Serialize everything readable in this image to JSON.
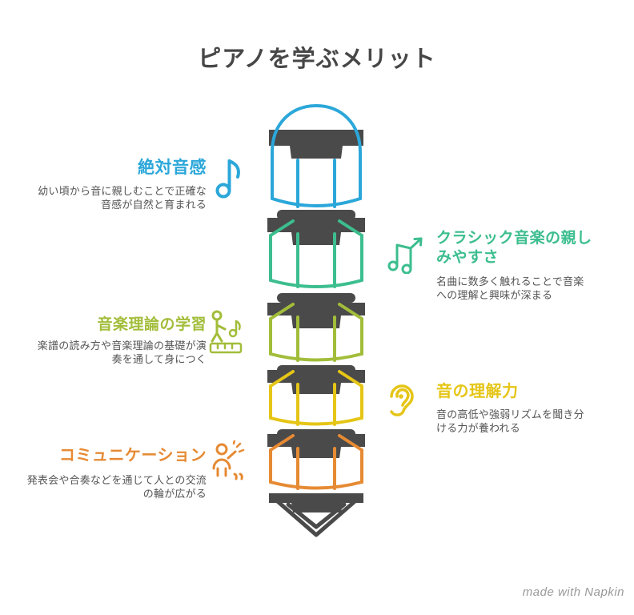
{
  "title": "ピアノを学ぶメリット",
  "watermark": "made with Napkin",
  "colors": {
    "dark_gray": "#4a4a4a",
    "description_text": "#555555",
    "watermark_text": "#9a9a9a"
  },
  "pencil": {
    "segment_count": 5,
    "tip_color": "#4a4a4a"
  },
  "sections": [
    {
      "id": "perfect-pitch",
      "side": "left",
      "color": "#2ba7d9",
      "icon": "eighth-note-icon",
      "label": "絶対音感",
      "description": "幼い頃から音に親しむことで正確な音感が自然と育まれる"
    },
    {
      "id": "classical-music",
      "side": "right",
      "color": "#3cbe8e",
      "icon": "rising-notes-icon",
      "label": "クラシック音楽の親しみやすさ",
      "description": "名曲に数多く触れることで音楽への理解と興味が深まる"
    },
    {
      "id": "music-theory",
      "side": "left",
      "color": "#a2bd3a",
      "icon": "piano-practice-icon",
      "label": "音楽理論の学習",
      "description": "楽譜の読み方や音楽理論の基礎が演奏を通して身につく"
    },
    {
      "id": "sound-comprehension",
      "side": "right",
      "color": "#e5c516",
      "icon": "ear-icon",
      "label": "音の理解力",
      "description": "音の高低や強弱リズムを聞き分ける力が養われる"
    },
    {
      "id": "communication",
      "side": "left",
      "color": "#e68a33",
      "icon": "communication-icon",
      "label": "コミュニケーション",
      "description": "発表会や合奏などを通じて人との交流の輪が広がる"
    }
  ]
}
